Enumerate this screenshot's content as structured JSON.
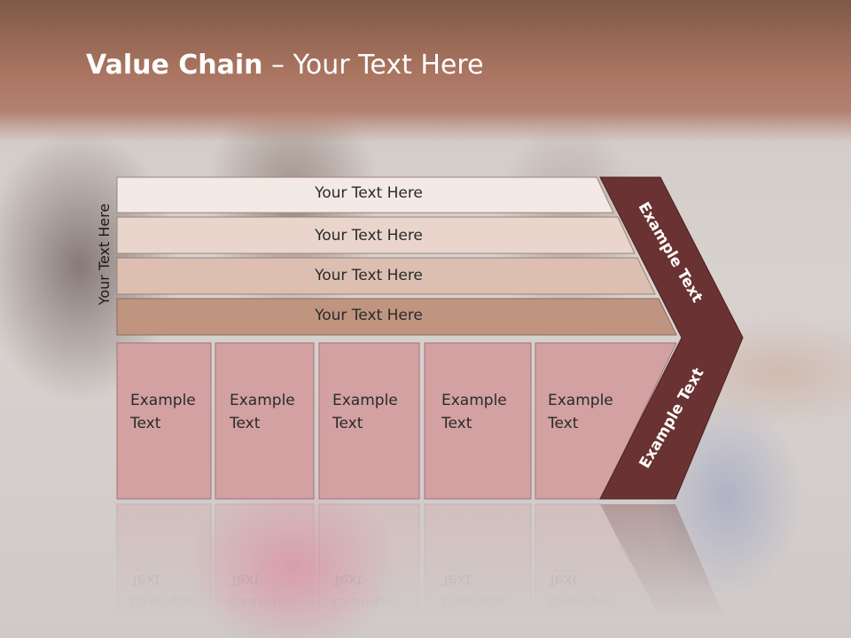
{
  "title": {
    "bold": "Value Chain",
    "rest": " – Your Text Here"
  },
  "side_label": "Your Text Here",
  "bars": [
    {
      "label": "Your Text Here",
      "color": "#f3e9e5"
    },
    {
      "label": "Your Text Here",
      "color": "#e9d5cc"
    },
    {
      "label": "Your Text Here",
      "color": "#dcbfb0"
    },
    {
      "label": "Your Text Here",
      "color": "#c09580"
    }
  ],
  "boxes": [
    {
      "line1": "Example",
      "line2": "Text"
    },
    {
      "line1": "Example",
      "line2": "Text"
    },
    {
      "line1": "Example",
      "line2": "Text"
    },
    {
      "line1": "Example",
      "line2": "Text"
    },
    {
      "line1": "Example",
      "line2": "Text"
    }
  ],
  "arrow": {
    "upper": "Example Text",
    "lower": "Example Text"
  },
  "colors": {
    "box": "#d3a1a2",
    "arrow": "#6a3232",
    "header": "#a97460"
  }
}
